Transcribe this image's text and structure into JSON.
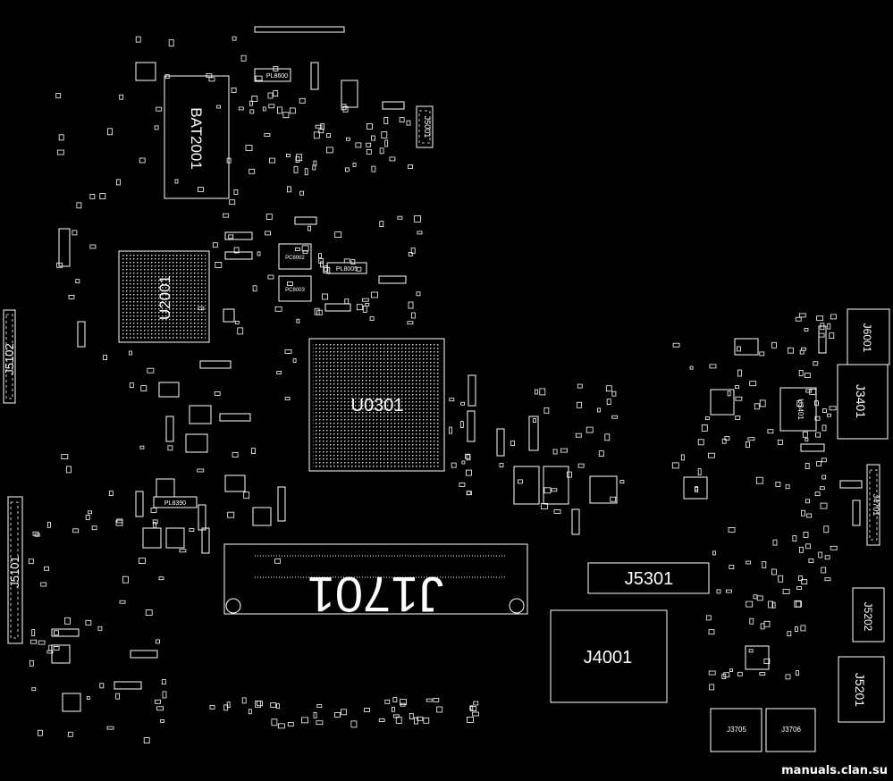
{
  "board": {
    "components": {
      "bat2001": "BAT2001",
      "u2001": "U2001",
      "u0301": "U0301",
      "j1701": "J1701",
      "j5301": "J5301",
      "j4001": "J4001",
      "j6001": "J6001",
      "j3401": "J3401",
      "j5102": "J5102",
      "j5101": "J5101",
      "j5202": "J5202",
      "j5201": "J5201",
      "j3705": "J3705",
      "j3706": "J3706",
      "j5001": "J5001",
      "j4701": "J4701",
      "pl8600": "PL8600",
      "pl8005": "PL8005",
      "pl8390": "PL8390",
      "pc8002": "PC8002",
      "pc8003": "PC8003",
      "u3401": "U3401"
    },
    "watermark": "manuals.clan.su"
  },
  "colors": {
    "background": "#000000",
    "silkscreen": "#ffffff"
  }
}
